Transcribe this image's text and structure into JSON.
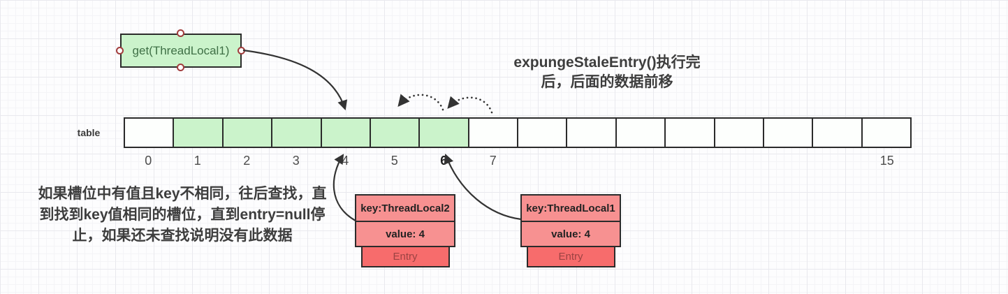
{
  "get_box": {
    "label": "get(ThreadLocal1)"
  },
  "note_top_right": {
    "line1": "expungeStaleEntry()执行完",
    "line2": "后，后面的数据前移"
  },
  "note_left": {
    "line1": "如果槽位中有值且key不相同，往后查找，直",
    "line2": "到找到key值相同的槽位，直到entry=null停",
    "line3": "止，如果还未查找说明没有此数据"
  },
  "table": {
    "label": "table",
    "cells": [
      {
        "index": "0",
        "highlighted": false,
        "bold_index": false
      },
      {
        "index": "1",
        "highlighted": true,
        "bold_index": false
      },
      {
        "index": "2",
        "highlighted": true,
        "bold_index": false
      },
      {
        "index": "3",
        "highlighted": true,
        "bold_index": false
      },
      {
        "index": "4",
        "highlighted": true,
        "bold_index": false
      },
      {
        "index": "5",
        "highlighted": true,
        "bold_index": false
      },
      {
        "index": "6",
        "highlighted": true,
        "bold_index": true
      },
      {
        "index": "7",
        "highlighted": false,
        "bold_index": false
      },
      {
        "index": "",
        "highlighted": false,
        "bold_index": false
      },
      {
        "index": "",
        "highlighted": false,
        "bold_index": false
      },
      {
        "index": "",
        "highlighted": false,
        "bold_index": false
      },
      {
        "index": "",
        "highlighted": false,
        "bold_index": false
      },
      {
        "index": "",
        "highlighted": false,
        "bold_index": false
      },
      {
        "index": "",
        "highlighted": false,
        "bold_index": false
      },
      {
        "index": "",
        "highlighted": false,
        "bold_index": false
      },
      {
        "index": "15",
        "highlighted": false,
        "bold_index": false
      }
    ]
  },
  "entries": [
    {
      "key": "key:ThreadLocal2",
      "value": "value: 4",
      "footer": "Entry"
    },
    {
      "key": "key:ThreadLocal1",
      "value": "value: 4",
      "footer": "Entry"
    }
  ],
  "colors": {
    "cell_green": "#cbf3cb",
    "green_text": "#3f7046",
    "border_dark": "#2b2b2b",
    "salmon": "#f79191",
    "red": "#f76c6c",
    "entry_text": "#9c4343",
    "handle_border": "#a13c3c",
    "arrow": "#333333",
    "text_dark": "#3d3d3d",
    "grid_major": "#e9e9ee",
    "grid_minor": "#f4f4f7"
  }
}
